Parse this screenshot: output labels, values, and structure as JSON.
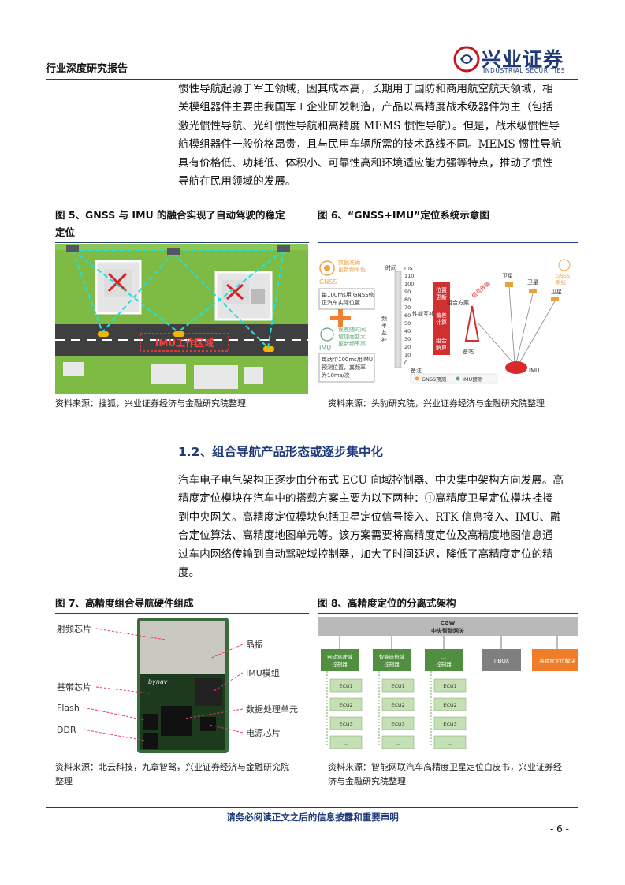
{
  "header": {
    "report_type": "行业深度研究报告",
    "logo_cn": "兴业证券",
    "logo_en": "INDUSTRIAL SECURITIES"
  },
  "intro_lines": [
    "惯性导航起源于军工领域，因其成本高，长期用于国防和商用航空航天领域，相",
    "关模组器件主要由我国军工企业研发制造，产品以高精度战术级器件为主（包括",
    "激光惯性导航、光纤惯性导航和高精度 MEMS 惯性导航）。但是，战术级惯性导",
    "航模组器件一般价格昂贵，且与民用车辆所需的技术路线不同。MEMS 惯性导航",
    "具有价格低、功耗低、体积小、可靠性高和环境适应能力强等特点，推动了惯性",
    "导航在民用领域的发展。"
  ],
  "fig5": {
    "caption_line1": "图 5、GNSS 与 IMU 的融合实现了自动驾驶的稳定",
    "caption_line2": "定位",
    "source": "资料来源：搜狐，兴业证券经济与金融研究院整理",
    "zone_label": "IMU工作区域"
  },
  "fig6": {
    "caption": "图 6、“GNSS+IMU”定位系统示意图",
    "source": "资料来源：头豹研究院，兴业证券经济与金融研究院整理",
    "gnss_label": "GNSS",
    "gnss_note": "数据准确\n更新频率低",
    "gnss_box": "每100ms用 GNSS修\n正汽车实际位置",
    "imu_label": "IMU",
    "imu_note": "误差随时间\n增加而变大\n更新频率高",
    "imu_box": "每两个100ms用IMU\n预测位置，其频率\n为10ms/次",
    "time_label": "时间",
    "ms_label": "ms",
    "ticks": [
      "110",
      "100",
      "90",
      "80",
      "70",
      "60",
      "50",
      "40",
      "30",
      "20",
      "10",
      "0"
    ],
    "freq_label": "频率互补",
    "perf_label": "性能互补",
    "legend_note": "备注",
    "legend_gnss": "GNSS预测",
    "legend_imu": "IMU预测",
    "fusion_steps": [
      "位置更新",
      "偏差计算",
      "组合解算"
    ],
    "combo_label": "组合方案",
    "signal_label": "信号传输",
    "base_label": "基站",
    "sat_labels": [
      "卫星",
      "卫星",
      "卫星"
    ],
    "gnss_sys_label": "GNSS\n系统",
    "imu_car_label": "IMU"
  },
  "section": {
    "title": "1.2、组合导航产品形态或逐步集中化",
    "lines": [
      "汽车电子电气架构正逐步由分布式 ECU 向域控制器、中央集中架构方向发展。高",
      "精度定位模块在汽车中的搭载方案主要为以下两种：①高精度卫星定位模块挂接",
      "到中央网关。高精度定位模块包括卫星定位信号接入、RTK 信息接入、IMU、融",
      "合定位算法、高精度地图单元等。该方案需要将高精度定位及高精度地图信息通",
      "过车内网络传输到自动驾驶域控制器，加大了时间延迟，降低了高精度定位的精",
      "度。"
    ]
  },
  "fig7": {
    "caption": "图 7、高精度组合导航硬件组成",
    "labels_left": [
      "射频芯片",
      "基带芯片",
      "Flash",
      "DDR"
    ],
    "labels_right": [
      "晶振",
      "IMU模组",
      "数据处理单元",
      "电源芯片"
    ],
    "board_brand": "bynav",
    "source_line1": "资料来源：北云科技，九章智驾，兴业证券经济与金融研究院",
    "source_line2": "整理"
  },
  "fig8": {
    "caption": "图 8、高精度定位的分离式架构",
    "cgw_top": "CGW",
    "cgw_sub": "中央智能网关",
    "controllers": [
      "自动驾驶域\n控制器",
      "智能座舱域\n控制器",
      "...\n控制器"
    ],
    "tbox": "T-BOX",
    "hp_module": "高精度定位模块",
    "ecus": [
      "ECU1",
      "ECU2",
      "ECU3",
      "..."
    ],
    "source_line1": "资料来源：智能网联汽车高精度卫星定位白皮书，兴业证券经",
    "source_line2": "济与金融研究院整理"
  },
  "footer": {
    "disclaimer": "请务必阅读正文之后的信息披露和重要声明",
    "page": "- 6 -"
  }
}
